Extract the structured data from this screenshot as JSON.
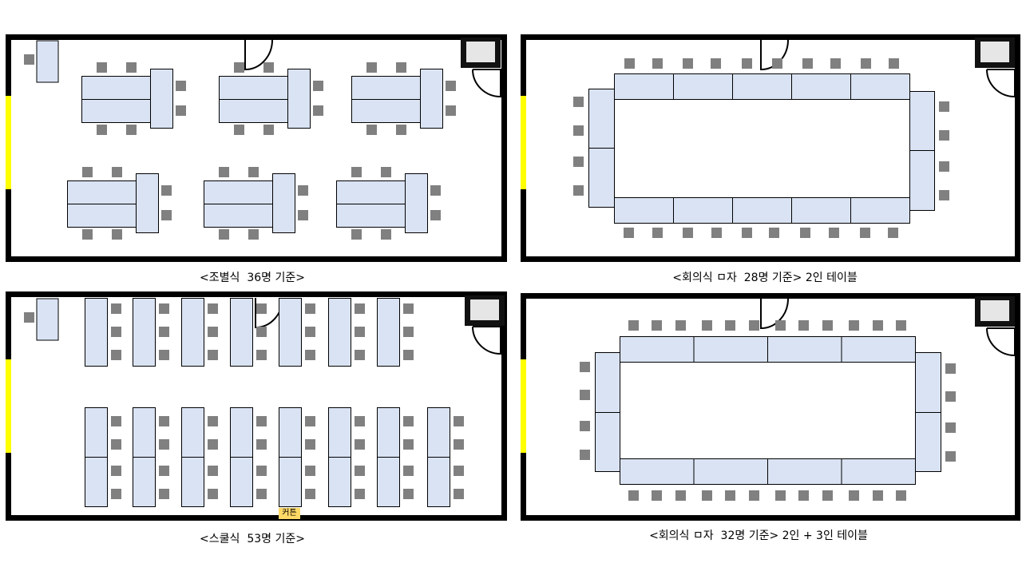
{
  "colors": {
    "wall": "#000000",
    "table": "#dae3f3",
    "chair": "#808080",
    "window": "#ffff00",
    "curtain": "#ffd966",
    "pillar": "#e6e6e6"
  },
  "layouts": [
    {
      "id": "group",
      "caption": "<조별식  36명 기준>",
      "seats": 36
    },
    {
      "id": "conference-28",
      "caption": "<회의식 ㅁ자  28명 기준> 2인 테이블",
      "seats": 28
    },
    {
      "id": "school",
      "caption": "<스쿨식  53명 기준>",
      "seats": 53,
      "curtain_label": "커튼"
    },
    {
      "id": "conference-32",
      "caption": "<회의식 ㅁ자  32명 기준> 2인 + 3인 테이블",
      "seats": 32
    }
  ]
}
